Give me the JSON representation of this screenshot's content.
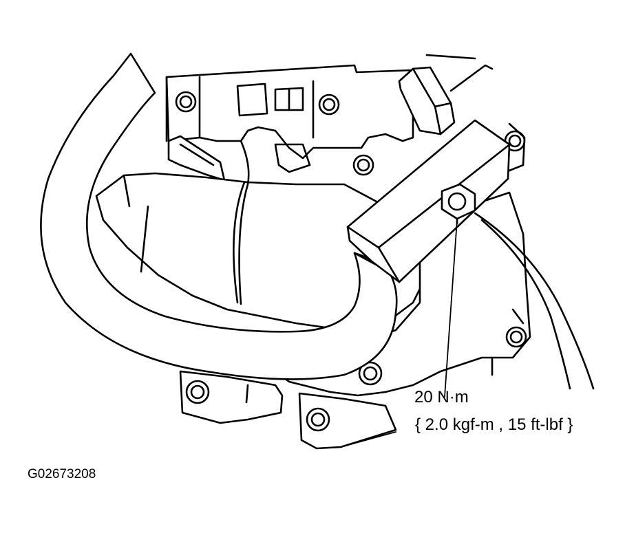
{
  "figure": {
    "torque_line1": "20 N·m",
    "torque_line2": "{ 2.0 kgf-m , 15 ft-lbf }",
    "figure_id": "G02673208"
  },
  "colors": {
    "line": "#000000",
    "background": "#ffffff"
  }
}
